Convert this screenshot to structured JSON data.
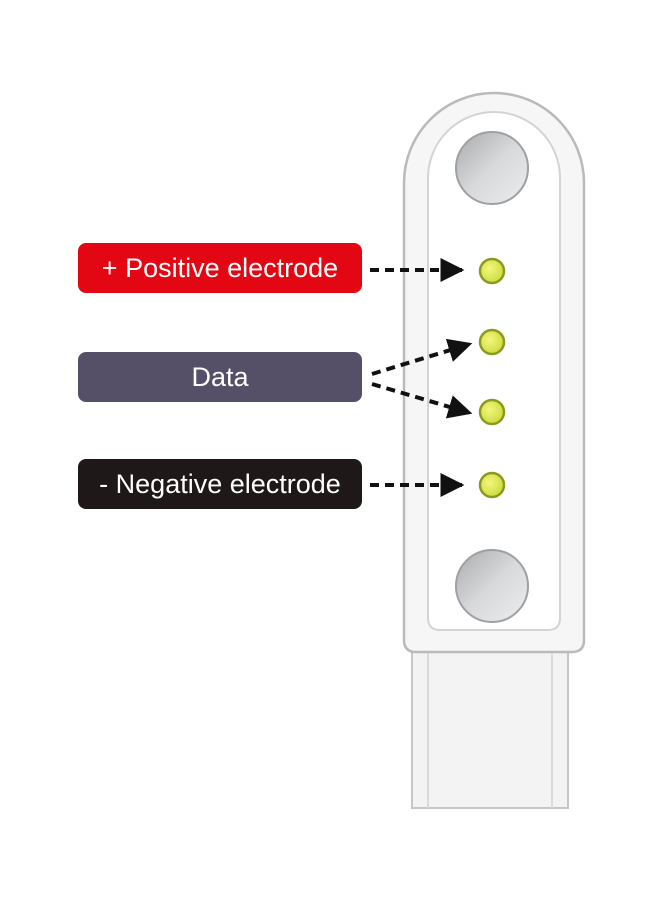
{
  "labels": {
    "positive": "+ Positive electrode",
    "data": "Data",
    "negative": "- Negative electrode"
  },
  "colors": {
    "positive": "#e30613",
    "data": "#555068",
    "negative": "#1e1918",
    "pin": "#d4e24a",
    "pin_ring": "#8a9a1c",
    "arrow": "#111111",
    "connector_body": "#f1f1f2",
    "connector_edge": "#c5c6c8",
    "magnet": "#c9c9cb"
  },
  "icons": {
    "pin": "pogo-pin-contact",
    "magnet": "round-magnet",
    "arrow": "dashed-arrow"
  }
}
